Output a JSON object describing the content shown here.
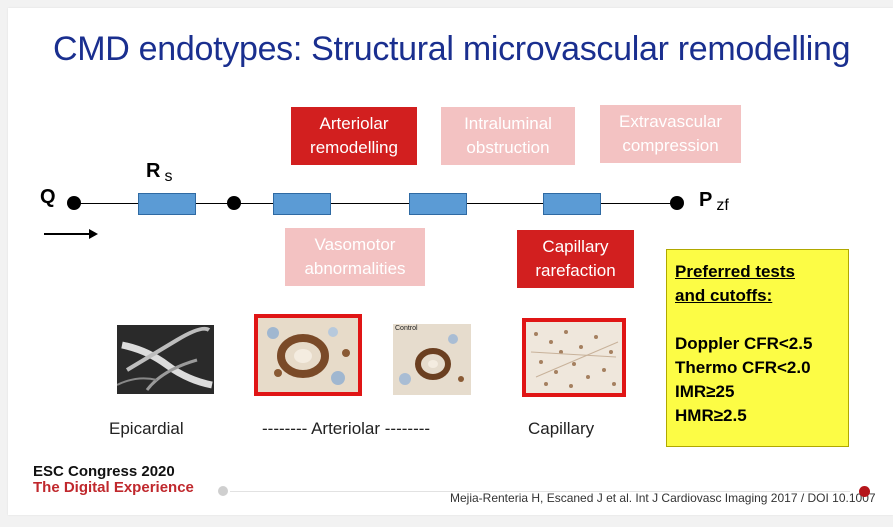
{
  "title": "CMD endotypes: Structural microvascular remodelling",
  "circuit": {
    "q_label": "Q",
    "r_label": "R",
    "r_sub": "s",
    "p_label": "P",
    "p_sub": "zf"
  },
  "boxes": {
    "arteriolar": "Arteriolar remodelling",
    "intraluminal": "Intraluminal obstruction",
    "extravascular": "Extravascular compression",
    "vasomotor": "Vasomotor abnormalities",
    "capillary": "Capillary rarefaction"
  },
  "images": {
    "control_label": "Control"
  },
  "captions": {
    "epicardial": "Epicardial",
    "arteriolar": "-------- Arteriolar --------",
    "capillary": "Capillary"
  },
  "tests": {
    "heading_1": "Preferred tests",
    "heading_2": "and cutoffs:",
    "items": [
      "Doppler CFR<2.5",
      "Thermo CFR<2.0",
      "IMR≥25",
      "HMR≥2.5"
    ]
  },
  "footer": {
    "line1": "ESC Congress 2020",
    "line2": "The Digital Experience",
    "citation": "Mejia-Renteria H, Escaned J et al. Int J Cardiovasc Imaging 2017 / DOI 10.1007"
  },
  "colors": {
    "title": "#1a2f8f",
    "dark_box": "#d21f1f",
    "light_box": "#f3c2c2",
    "resistor": "#5b9bd5",
    "tests_bg": "#fcfc45",
    "esc_red": "#c0282d"
  }
}
